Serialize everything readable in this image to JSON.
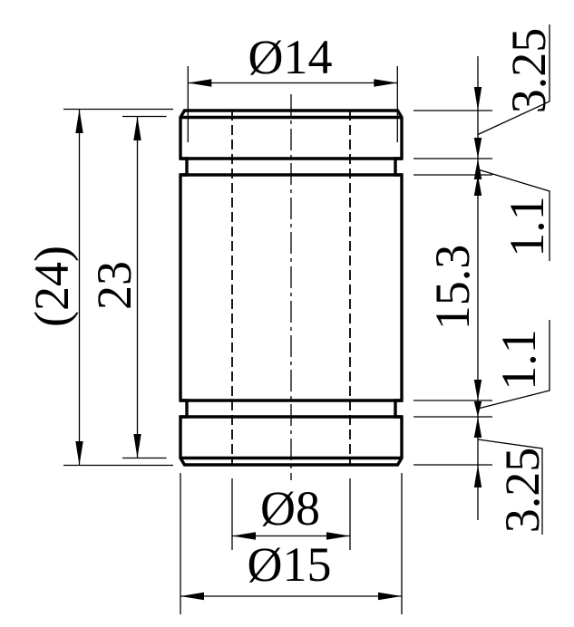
{
  "drawing": {
    "background_color": "#ffffff",
    "line_color": "#000000",
    "view": "side view of cylindrical bushing with chamfered ends and two circlip grooves",
    "part_dimensions_mm": {
      "groove_diameter": 14,
      "outer_diameter": 15,
      "bore_diameter": 8,
      "overall_length_reference": 24,
      "length_between_chamfer_edges": 23,
      "top_end_band_length": 3.25,
      "top_groove_width": 1.1,
      "length_between_grooves": 15.3,
      "bottom_groove_width": 1.1,
      "bottom_end_band_length": 3.25
    },
    "labels": {
      "groove_diameter": "Ø14",
      "overall_length": "(24)",
      "chamfer_length": "23",
      "top_band": "3.25",
      "top_groove": "1.1",
      "between_grooves": "15.3",
      "bottom_groove": "1.1",
      "bottom_band": "3.25",
      "bore_diameter": "Ø8",
      "outer_diameter": "Ø15"
    }
  }
}
